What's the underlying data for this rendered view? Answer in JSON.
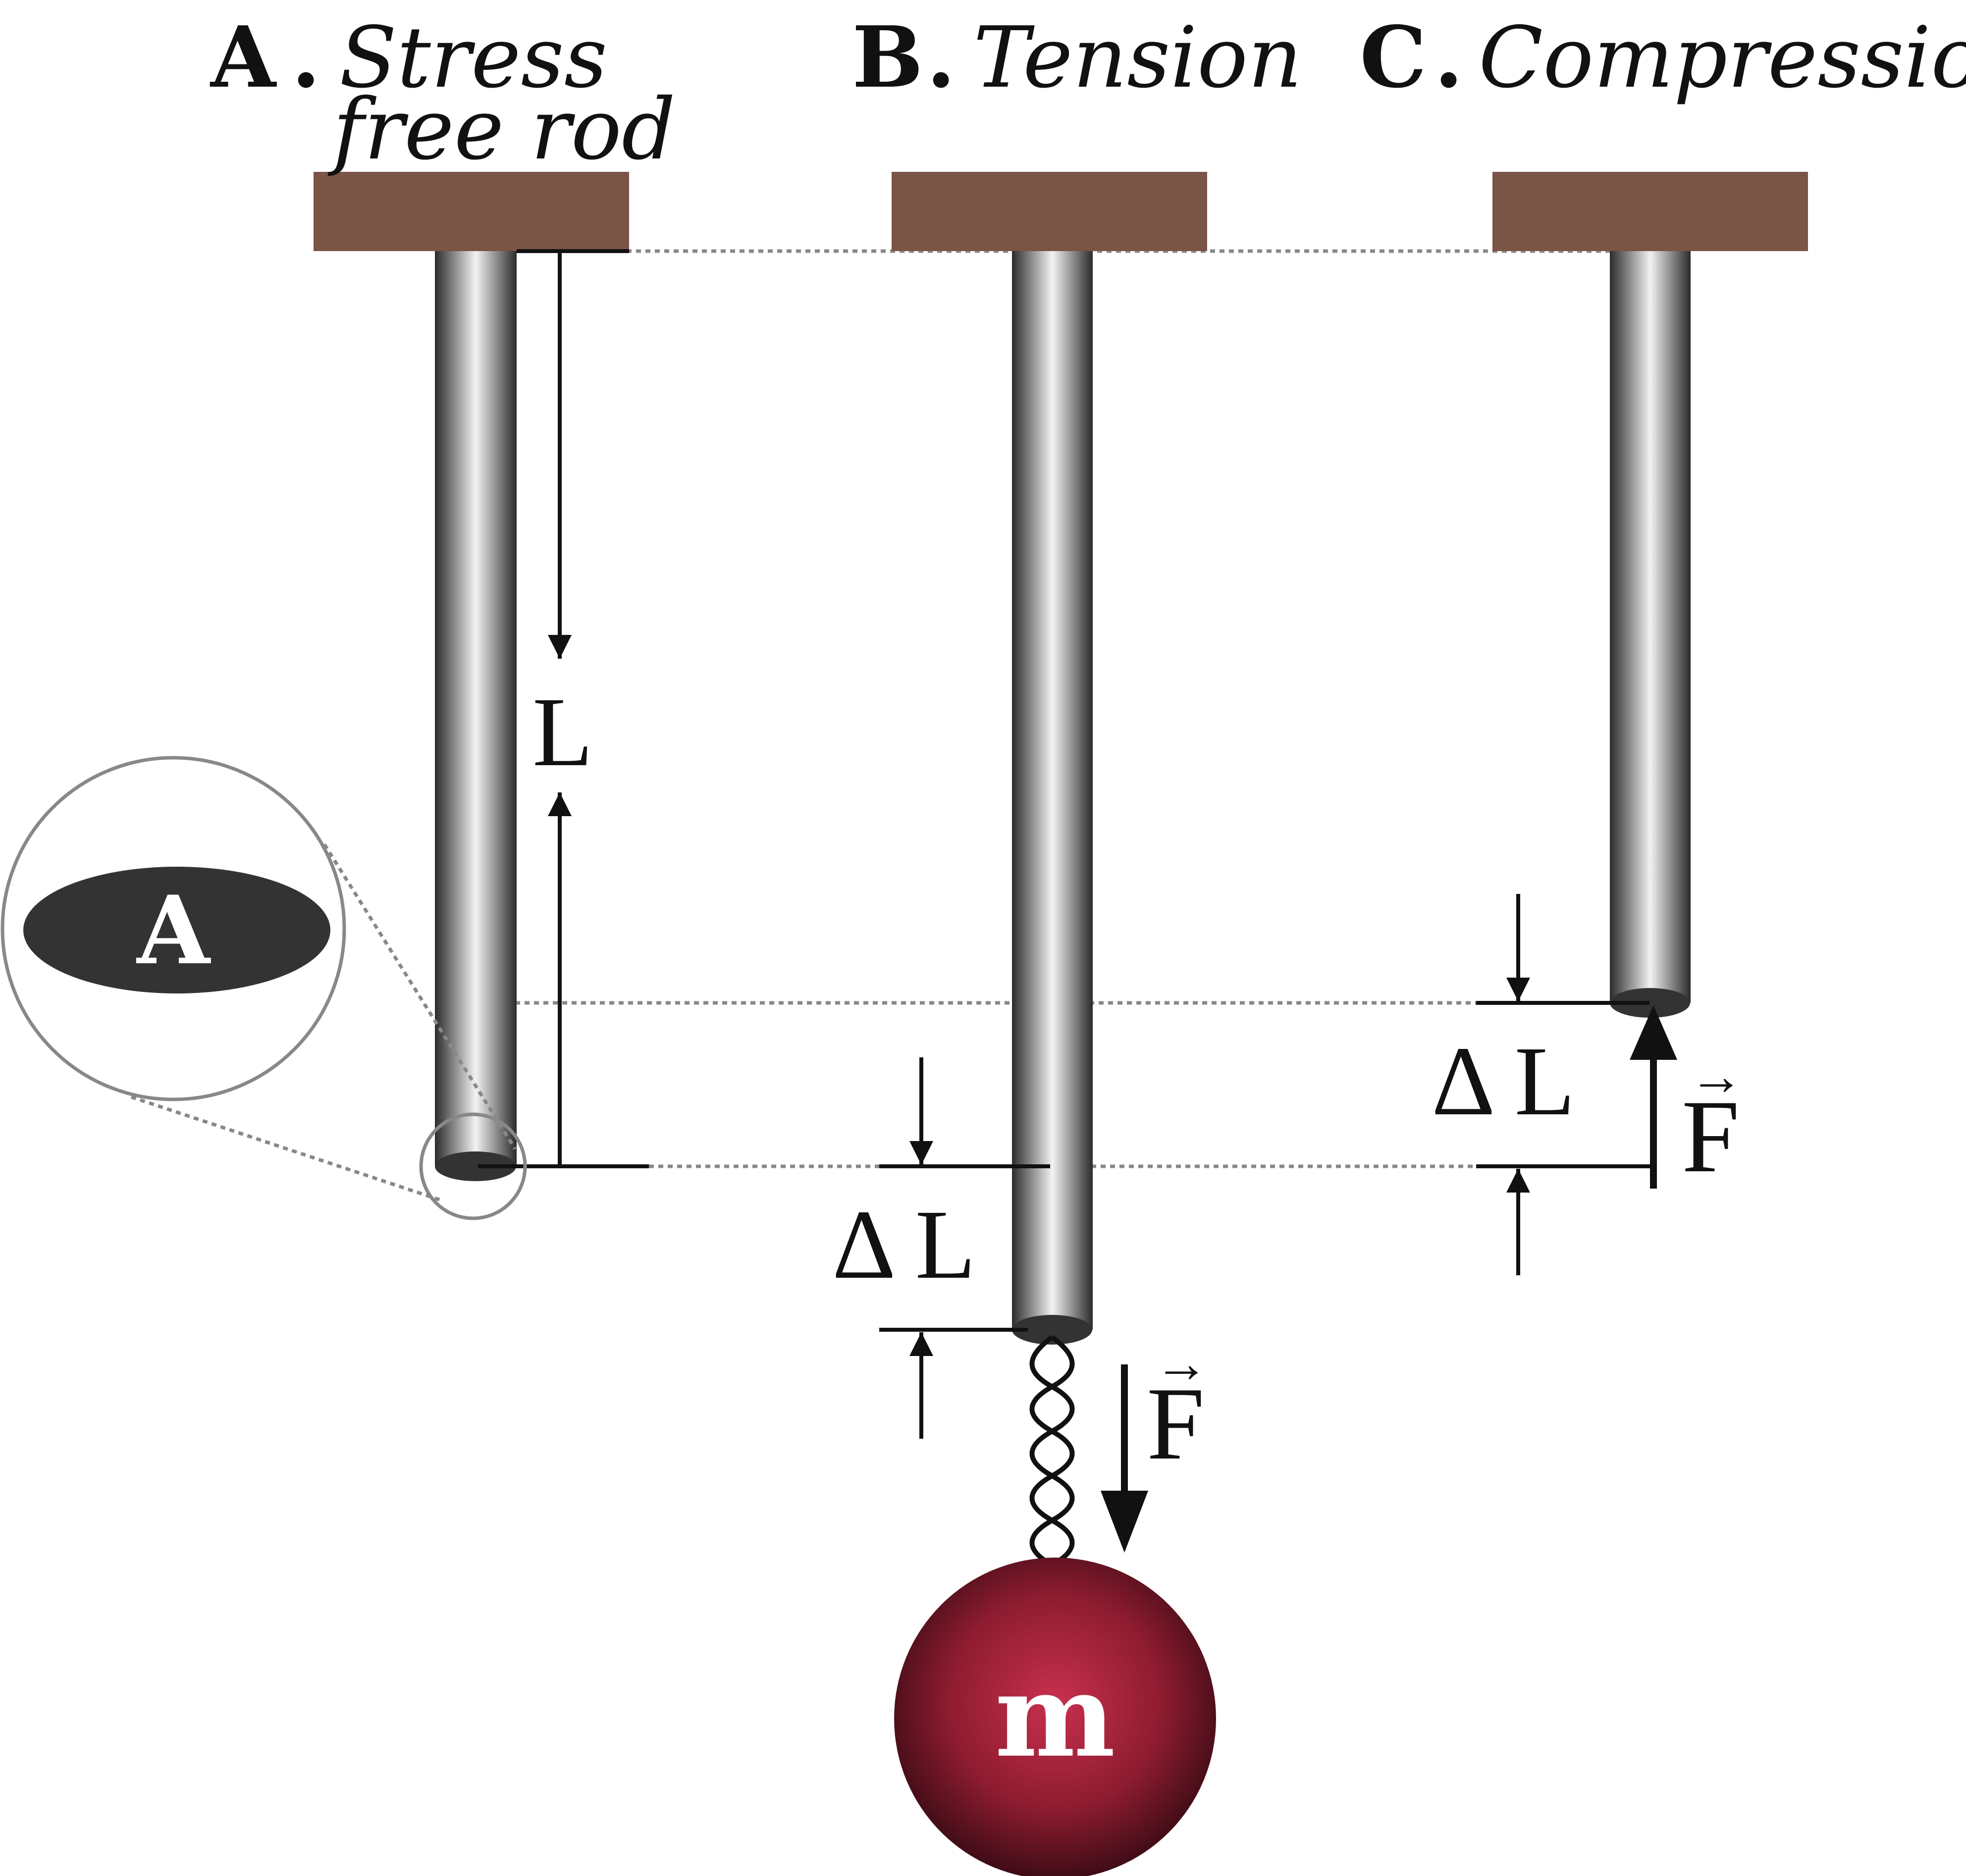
{
  "panels": [
    {
      "letter": "A",
      "dot": ".",
      "title_line1": "Stress",
      "title_line2": "free rod"
    },
    {
      "letter": "B",
      "dot": ".",
      "title_line1": "Tension"
    },
    {
      "letter": "C",
      "dot": ".",
      "title_line1": "Compression"
    }
  ],
  "labels": {
    "length": "L",
    "delta_length": "Δ L",
    "force": "F",
    "force_vector_arrow": "→",
    "area": "A",
    "mass": "m"
  },
  "colors": {
    "support": "#7a5446",
    "rod_dark": "#2b2b2b",
    "rod_light": "#f2f2f2",
    "mass": "#8e1c30",
    "area_fill": "#333333",
    "guide_line": "#888888"
  }
}
